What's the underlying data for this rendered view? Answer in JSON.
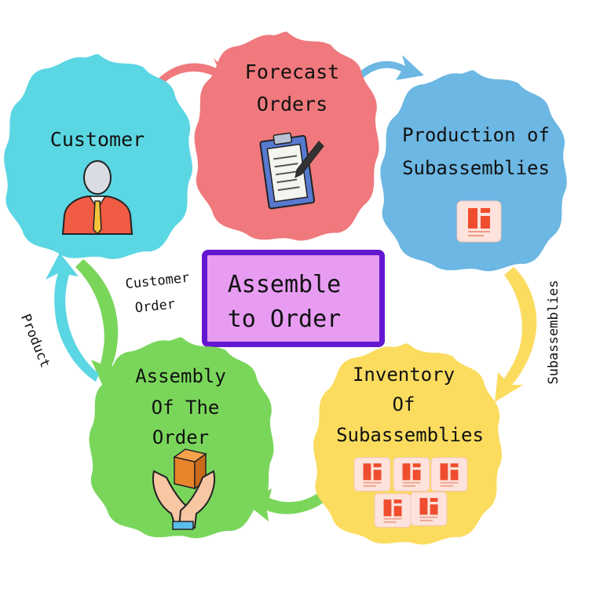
{
  "center": {
    "line1": "Assemble",
    "line2": "to Order"
  },
  "nodes": {
    "customer": {
      "label": "Customer",
      "color": "#5bd6e3"
    },
    "forecast": {
      "line1": "Forecast",
      "line2": "Orders",
      "color": "#f0797d"
    },
    "production": {
      "line1": "Production of",
      "line2": "Subassemblies",
      "color": "#6cb7e3"
    },
    "inventory": {
      "line1": "Inventory",
      "line2": "Of",
      "line3": "Subassemblies",
      "color": "#fbdc5f"
    },
    "assembly": {
      "line1": "Assembly",
      "line2": "Of The",
      "line3": "Order",
      "color": "#7ad65b"
    }
  },
  "edge_labels": {
    "customer_order_1": "Customer",
    "customer_order_2": "Order",
    "product": "Product",
    "subassemblies": "Subassemblies"
  },
  "arrow_colors": {
    "customer_to_forecast": "#f0797d",
    "forecast_to_production": "#6cb7e3",
    "production_to_inventory": "#fbdc5f",
    "inventory_to_assembly": "#7ad65b",
    "customer_to_assembly": "#7ad65b",
    "assembly_to_customer": "#5bd6e3"
  },
  "icons": {
    "customer": "person-icon",
    "forecast": "clipboard-icon",
    "production": "document-icon",
    "inventory": "documents-icon",
    "assembly": "box-in-hands-icon"
  }
}
